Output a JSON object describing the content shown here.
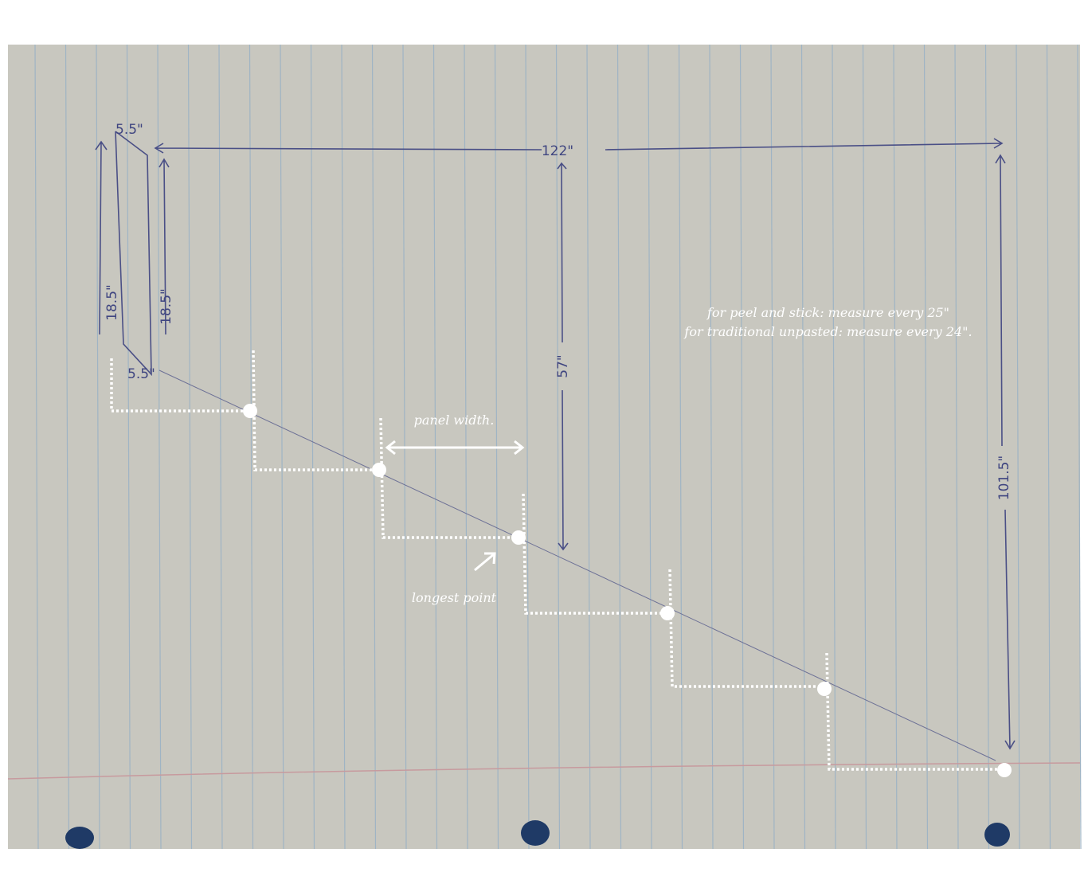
{
  "diagram": {
    "measurements": {
      "top_width": "122\"",
      "right_height": "101.5\"",
      "middle_height": "57\"",
      "left_outer_height": "18.5\"",
      "left_inner_height": "18.5\"",
      "top_depth": "5.5\"",
      "bottom_depth": "5.5\""
    },
    "annotations": {
      "panel_width": "panel width.",
      "longest_point": "longest point",
      "note_line1": "for peel and stick: measure every 25\"",
      "note_line2": "for traditional unpasted: measure every 24\"."
    },
    "colors": {
      "paper": "#c8c7bf",
      "rule_line": "#9fb4c4",
      "margin_line": "#c79a9e",
      "pen": "#4a4f86",
      "overlay": "#ffffff"
    }
  }
}
